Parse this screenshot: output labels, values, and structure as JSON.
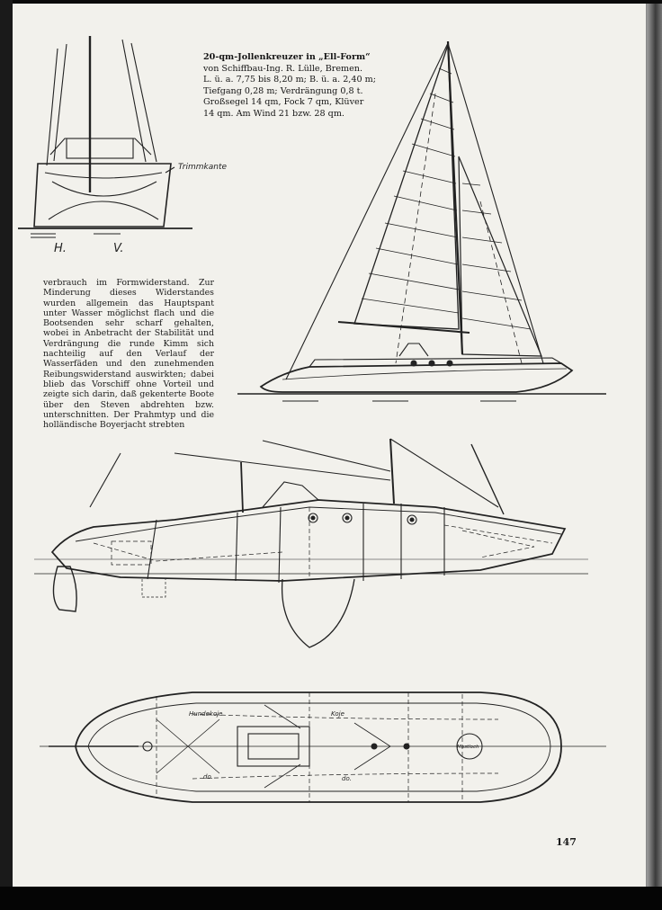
{
  "caption": {
    "title": "20-qm-Jollenkreuzer in „Ell-Form“",
    "lines": [
      "von Schiffbau-Ing. R. Lülle, Bremen.",
      "L. ü. a. 7,75 bis 8,20 m; B. ü. a. 2,40 m;",
      "Tiefgang 0,28 m; Verdrängung 0,8 t.",
      "Großsegel 14 qm, Fock 7 qm, Klüver",
      "14 qm. Am Wind 21 bzw. 28 qm."
    ]
  },
  "body_text": "verbrauch im Formwiderstand. Zur Minderung dieses Widerstandes wurden allgemein das Hauptspant unter Wasser möglichst flach und die Bootsenden sehr scharf gehalten, wobei in Anbetracht der Stabilität und Verdrängung die runde Kimm sich nachteilig auf den Verlauf der Wasserfäden und den zunehmenden Reibungswiderstand auswirkten; dabei blieb das Vorschiff ohne Vorteil und zeigte sich darin, daß gekenterte Boote über den Steven abdrehten bzw. unterschnitten. Der Prahmtyp und die holländische Boyerjacht strebten",
  "drawing_labels": {
    "trimmkante": "Trimmkante",
    "h_label": "H.",
    "v_label": "V.",
    "hundekoje": "Hundekoje",
    "koje": "Koje",
    "do_1": "do.",
    "do_2": "do.",
    "mastloch": "Mastloch"
  },
  "page_number": "147"
}
